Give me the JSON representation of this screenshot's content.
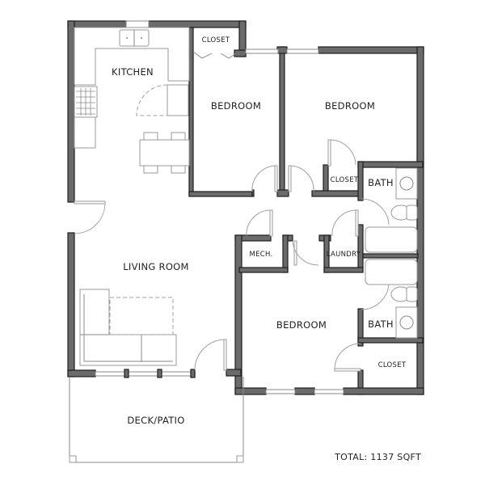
{
  "floor_plan": {
    "total_area": "TOTAL: 1137 SQFT",
    "colors": {
      "wall_fill": "#6b6b6b",
      "wall_outline": "#1e1e1e",
      "fixture_line": "#9a9a9a",
      "background": "#ffffff"
    },
    "rooms": {
      "kitchen": "KITCHEN",
      "closet_top": "CLOSET",
      "bedroom_left": "BEDROOM",
      "bedroom_right": "BEDROOM",
      "closet_right": "CLOSET",
      "bath_top": "BATH",
      "living_room": "LIVING ROOM",
      "mech": "MECH.",
      "laundry": "LAUNDRY",
      "bedroom_bottom": "BEDROOM",
      "bath_bottom": "BATH",
      "closet_bottom": "CLOSET",
      "deck_patio": "DECK/PATIO"
    }
  }
}
